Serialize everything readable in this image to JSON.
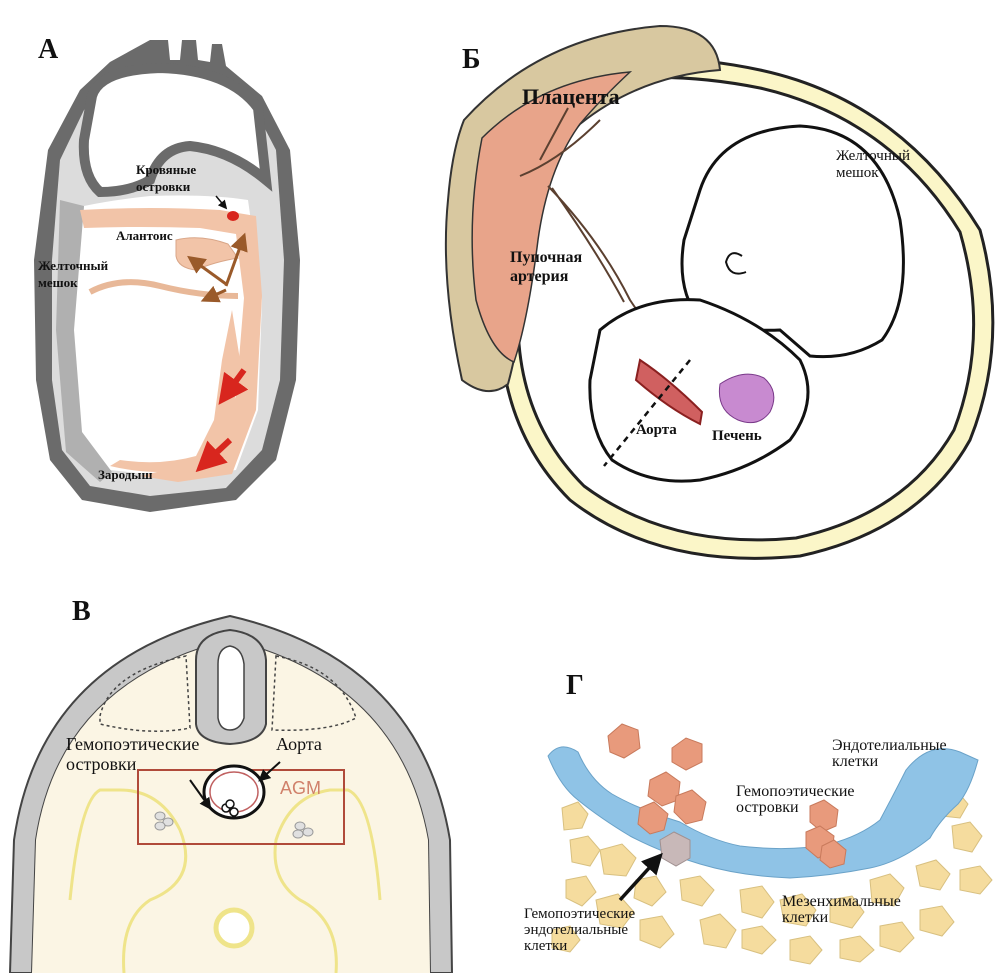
{
  "panels": {
    "a": {
      "letter": "А",
      "labels": {
        "blood_islands": [
          "Кровяные",
          "островки"
        ],
        "allantois": "Алантоис",
        "yolk_sac": [
          "Желточный",
          "мешок"
        ],
        "embryo": "Зародыш"
      }
    },
    "b": {
      "letter": "Б",
      "labels": {
        "placenta": "Плацента",
        "yolk_sac": [
          "Желточный",
          "мешок"
        ],
        "umbilical_artery": [
          "Пупочная",
          "артерия"
        ],
        "aorta": "Аорта",
        "liver": "Печень"
      }
    },
    "v": {
      "letter": "В",
      "labels": {
        "hemopoietic_islands": [
          "Гемопоэтические",
          "островки"
        ],
        "aorta": "Аорта",
        "agm": "AGM"
      }
    },
    "g": {
      "letter": "Г",
      "labels": {
        "endothelial_cells": [
          "Эндотелиальные",
          "клетки"
        ],
        "hemopoietic_islands": [
          "Гемопоэтические",
          "островки"
        ],
        "hemopoietic_endothelial_cells": [
          "Гемопоэтические",
          "эндотелиальные",
          "клетки"
        ],
        "mesenchymal_cells": [
          "Мезенхимальные",
          "клетки"
        ]
      }
    }
  },
  "colors": {
    "shell_gray": "#6b6b6b",
    "light_gray": "#c8c8c8",
    "peach": "#f2c4a8",
    "salmon": "#e8a48a",
    "red_arrow": "#d8261e",
    "brown_arrow": "#9a5a2a",
    "cream": "#fbf5e4",
    "yellow_line": "#efe48a",
    "endothelial_blue": "#8fc3e6",
    "mesenchymal_yellow": "#f5dc9e",
    "island_orange": "#e89a7c",
    "liver_purple": "#c88ad0",
    "agm_box": "#b04a3a"
  }
}
